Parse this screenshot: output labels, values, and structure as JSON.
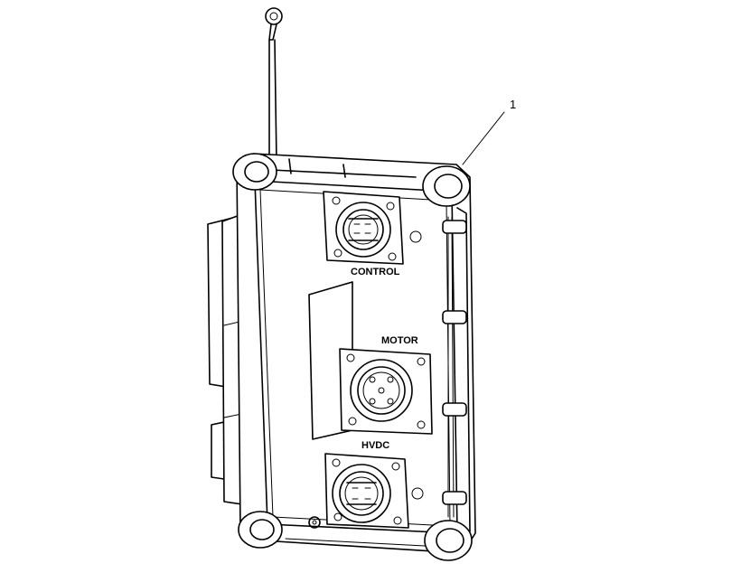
{
  "callouts": [
    {
      "number": "1"
    }
  ],
  "connectors": {
    "control": "CONTROL",
    "motor": "MOTOR",
    "hvdc": "HVDC"
  },
  "icons": [
    "ring-terminal-icon",
    "connector-receptacle-icon",
    "mounting-hole-icon"
  ],
  "colors": {
    "line": "#000000",
    "background": "#ffffff"
  }
}
